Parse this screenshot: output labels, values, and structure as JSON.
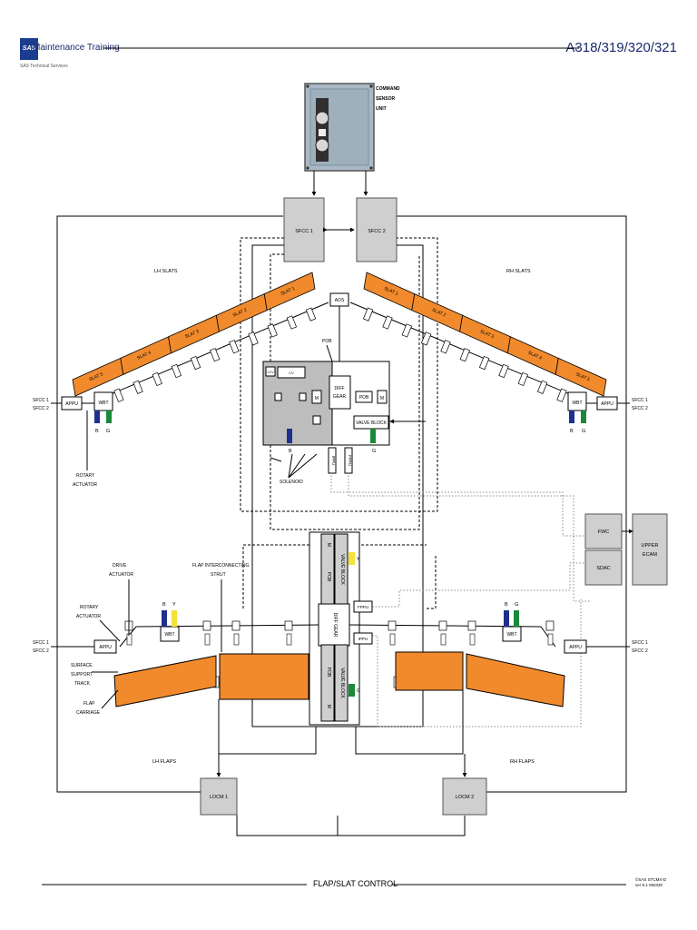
{
  "header": {
    "logo_text": "SAS",
    "title": "Maintenance Training",
    "subtitle": "SAS Technical Services",
    "aircraft_models": "A318/319/320/321"
  },
  "footer": {
    "title": "FLAP/SLAT CONTROL",
    "copyright": "©SAS STCMX-D",
    "version": "ver 9.1 060330"
  },
  "units": {
    "csu": [
      "COMMAND",
      "SENSOR",
      "UNIT"
    ],
    "sfcc1": "SFCC 1",
    "sfcc2": "SFCC 2",
    "aos": "AOS",
    "pob": "POB",
    "diff_gear": [
      "DIFF",
      "GEAR"
    ],
    "valve_block": "VALVE BLOCK",
    "motor": "M",
    "appu": "APPU",
    "wbt": "WBT",
    "ippu": "IPPU",
    "fppu": "FPPU",
    "fwc": "FWC",
    "sdac": "SDAC",
    "upper_ecam": [
      "UPPER",
      "ECAM"
    ],
    "locm1": "LOCM 1",
    "locm2": "LOCM 2",
    "cv": "CV",
    "vcv": "VCV",
    "diff_gear_vert": "DIFF GEAR",
    "pob_vert": "POB",
    "valve_block_vert": "VALVE BLOCK"
  },
  "labels": {
    "lh_slats": "LH SLATS",
    "rh_slats": "RH SLATS",
    "lh_flaps": "LH FLAPS",
    "rh_flaps": "RH FLAPS",
    "solenoid": "SOLENOID",
    "rotary_actuator": [
      "ROTARY",
      "ACTUATOR"
    ],
    "drive_actuator": [
      "DRIVE",
      "ACTUATOR"
    ],
    "flap_interconnecting_strut": [
      "FLAP INTERCONNECTING",
      "STRUT"
    ],
    "surface_support_track": [
      "SURFACE",
      "SUPPORT",
      "TRACK"
    ],
    "flap_carriage": [
      "FLAP",
      "CARRIAGE"
    ],
    "sfcc_pair": [
      "SFCC 1",
      "SFCC 2"
    ]
  },
  "slats_left": [
    "SLAT 5",
    "SLAT 4",
    "SLAT 3",
    "SLAT 2",
    "SLAT 1"
  ],
  "slats_right": [
    "SLAT 1",
    "SLAT 2",
    "SLAT 3",
    "SLAT 4",
    "SLAT 5"
  ],
  "hydraulics": {
    "b": "B",
    "g": "G",
    "y": "Y"
  },
  "colors": {
    "surface_orange": "#f08a2c",
    "unit_grey": "#cfcfcf",
    "pcu_grey": "#bdbdbd",
    "blue_system": "#1f2f8f",
    "green_system": "#1a8a3a",
    "yellow_system": "#f2e23a",
    "csu_panel": "#a9b8c4",
    "brand_blue": "#1a3d8f"
  }
}
